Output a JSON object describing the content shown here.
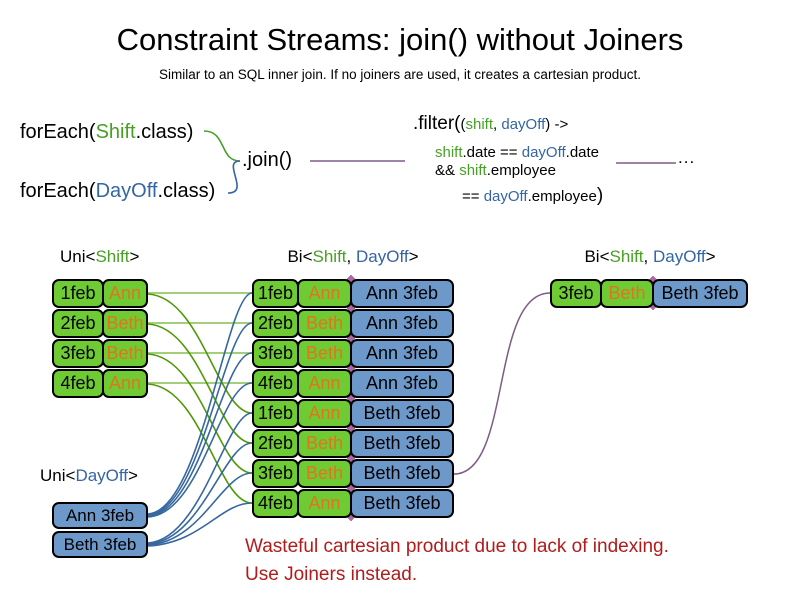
{
  "title": "Constraint Streams: join() without Joiners",
  "subtitle": "Similar to an SQL inner join. If no joiners are used, it creates a cartesian product.",
  "code": {
    "foreach_shift": {
      "pre": "forEach(",
      "cls": "Shift",
      "post": ".class)"
    },
    "foreach_dayoff": {
      "pre": "forEach(",
      "cls": "DayOff",
      "post": ".class)"
    },
    "join": ".join()",
    "filter": {
      "l1_pre": ".filter(",
      "l1_paren": "(",
      "l1_shift": "shift",
      "l1_comma": ", ",
      "l1_dayoff": "dayOff",
      "l1_post": ") ->",
      "l2_shift": "shift",
      "l2_mid": ".date == ",
      "l2_dayoff": "dayOff",
      "l2_post": ".date",
      "l3_pre": "&& ",
      "l3_shift": "shift",
      "l3_post": ".employee",
      "l4_pre": "== ",
      "l4_dayoff": "dayOff",
      "l4_post": ".employee",
      "l4_close": ")"
    },
    "ellipsis": "..."
  },
  "headers": {
    "uni_shift": {
      "pre": "Uni<",
      "green": "Shift",
      "post": ">"
    },
    "bi_mid": {
      "pre": "Bi<",
      "green": "Shift",
      "comma": ", ",
      "blue": "DayOff",
      "post": ">"
    },
    "bi_right": {
      "pre": "Bi<",
      "green": "Shift",
      "comma": ", ",
      "blue": "DayOff",
      "post": ">"
    },
    "uni_dayoff": {
      "pre": "Uni<",
      "blue": "DayOff",
      "post": ">"
    }
  },
  "uni_shift_rows": [
    {
      "date": "1feb",
      "name": "Ann"
    },
    {
      "date": "2feb",
      "name": "Beth"
    },
    {
      "date": "3feb",
      "name": "Beth"
    },
    {
      "date": "4feb",
      "name": "Ann"
    }
  ],
  "uni_dayoff_rows": [
    "Ann 3feb",
    "Beth 3feb"
  ],
  "bi_rows": [
    {
      "date": "1feb",
      "name": "Ann",
      "dayoff": "Ann 3feb"
    },
    {
      "date": "2feb",
      "name": "Beth",
      "dayoff": "Ann 3feb"
    },
    {
      "date": "3feb",
      "name": "Beth",
      "dayoff": "Ann 3feb"
    },
    {
      "date": "4feb",
      "name": "Ann",
      "dayoff": "Ann 3feb"
    },
    {
      "date": "1feb",
      "name": "Ann",
      "dayoff": "Beth 3feb"
    },
    {
      "date": "2feb",
      "name": "Beth",
      "dayoff": "Beth 3feb"
    },
    {
      "date": "3feb",
      "name": "Beth",
      "dayoff": "Beth 3feb"
    },
    {
      "date": "4feb",
      "name": "Ann",
      "dayoff": "Beth 3feb"
    }
  ],
  "bi_right_row": {
    "date": "3feb",
    "name": "Beth",
    "dayoff": "Beth 3feb"
  },
  "warning": {
    "line1": "Wasteful cartesian product due to lack of indexing.",
    "line2": "Use Joiners instead."
  },
  "colors": {
    "shift_text_green": "#47a026",
    "dayoff_text_blue": "#3465a4",
    "box_green": "#6ecb33",
    "box_blue": "#6d99ca",
    "employee_orange": "#e0751c",
    "connector_green": "#4e9a06",
    "connector_light_green": "#a3cf7d",
    "connector_blue": "#36689f",
    "connector_purple": "#7d5c85",
    "diamond_purple": "#b167a4",
    "warning_red": "#b21b1b"
  }
}
